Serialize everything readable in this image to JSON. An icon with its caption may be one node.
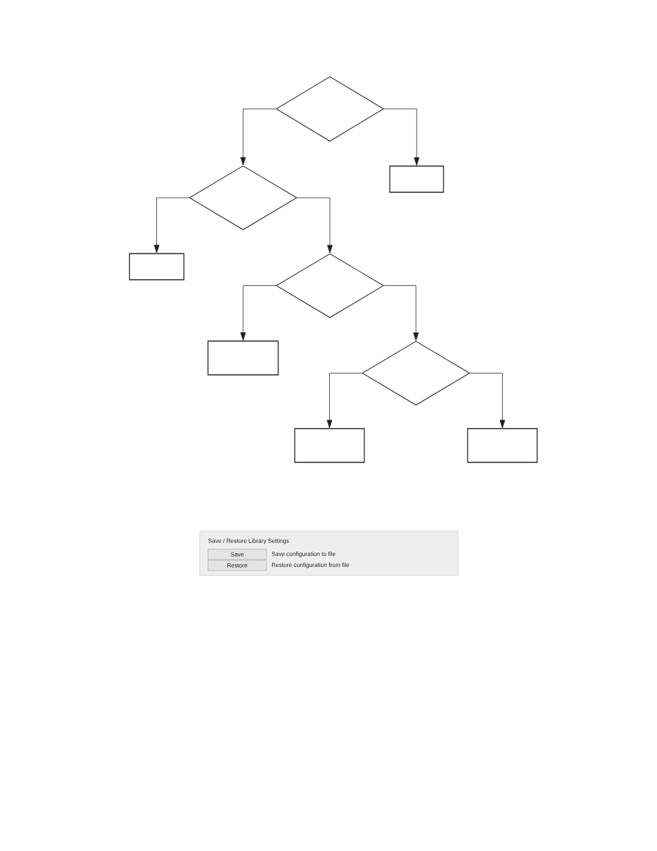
{
  "diagram": {
    "nodes": [
      {
        "text": [],
        "shape": "diamond"
      },
      {
        "text": [],
        "shape": "diamond"
      },
      {
        "text": [],
        "shape": "box"
      },
      {
        "text": [],
        "shape": "box"
      },
      {
        "text": [],
        "shape": "diamond"
      },
      {
        "text": [],
        "shape": "box"
      },
      {
        "text": [],
        "shape": "diamond"
      },
      {
        "text": [],
        "shape": "box"
      },
      {
        "text": [],
        "shape": "box"
      },
      {
        "text": [
          "Save / Restore Library Settings"
        ]
      },
      {
        "text": [
          "Save"
        ],
        "in": 9,
        "beside": [
          "Save configuration to file"
        ]
      },
      {
        "text": [
          "Restore"
        ],
        "in": 9,
        "beside": [
          "Restore configuration from file"
        ]
      }
    ],
    "edges": [
      {
        "from": 0,
        "to": 1,
        "arrow": "to"
      },
      {
        "from": 0,
        "to": 2,
        "arrow": "to"
      },
      {
        "from": 1,
        "to": 3,
        "arrow": "to"
      },
      {
        "from": 1,
        "to": 4,
        "arrow": "to"
      },
      {
        "from": 4,
        "to": 5,
        "arrow": "to"
      },
      {
        "from": 4,
        "to": 6,
        "arrow": "to"
      },
      {
        "from": 6,
        "to": 7,
        "arrow": "to"
      },
      {
        "from": 6,
        "to": 8,
        "arrow": "to"
      }
    ]
  }
}
